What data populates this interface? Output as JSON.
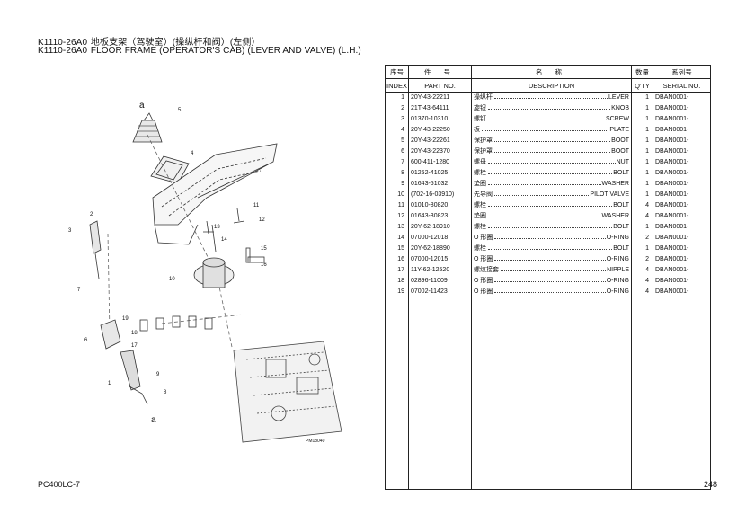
{
  "header": {
    "line1": {
      "code": "K1110-26A0",
      "text": "地板支架（驾驶室）(操纵杆和阀）(左侧）"
    },
    "line2": {
      "code": "K1110-26A0",
      "text": "FLOOR FRAME (OPERATOR'S CAB) (LEVER AND VALVE) (L.H.)"
    }
  },
  "table": {
    "headers_cn": [
      "序号",
      "件 号",
      "名 称",
      "数量",
      "系列号"
    ],
    "headers_en": [
      "INDEX",
      "PART NO.",
      "DESCRIPTION",
      "Q'TY",
      "SERIAL NO."
    ],
    "rows": [
      {
        "index": "1",
        "part_no": "20Y-43-22211",
        "desc_cn": "操纵杆",
        "desc_en": "LEVER",
        "qty": "1",
        "serial": "DBAN0001-"
      },
      {
        "index": "2",
        "part_no": "21T-43-64111",
        "desc_cn": "旋钮",
        "desc_en": "KNOB",
        "qty": "1",
        "serial": "DBAN0001-"
      },
      {
        "index": "3",
        "part_no": "01370-10310",
        "desc_cn": "螺钉",
        "desc_en": "SCREW",
        "qty": "1",
        "serial": "DBAN0001-"
      },
      {
        "index": "4",
        "part_no": "20Y-43-22250",
        "desc_cn": "板",
        "desc_en": "PLATE",
        "qty": "1",
        "serial": "DBAN0001-"
      },
      {
        "index": "5",
        "part_no": "20Y-43-22261",
        "desc_cn": "保护罩",
        "desc_en": "BOOT",
        "qty": "1",
        "serial": "DBAN0001-"
      },
      {
        "index": "6",
        "part_no": "20Y-43-22370",
        "desc_cn": "保护罩",
        "desc_en": "BOOT",
        "qty": "1",
        "serial": "DBAN0001-"
      },
      {
        "index": "7",
        "part_no": "600-411-1280",
        "desc_cn": "螺母",
        "desc_en": "NUT",
        "qty": "1",
        "serial": "DBAN0001-"
      },
      {
        "index": "8",
        "part_no": "01252-41025",
        "desc_cn": "螺栓",
        "desc_en": "BOLT",
        "qty": "1",
        "serial": "DBAN0001-"
      },
      {
        "index": "9",
        "part_no": "01643-51032",
        "desc_cn": "垫圈",
        "desc_en": "WASHER",
        "qty": "1",
        "serial": "DBAN0001-"
      },
      {
        "index": "10",
        "part_no": "(702-16-03910)",
        "desc_cn": "先导阀",
        "desc_en": "PILOT VALVE",
        "qty": "1",
        "serial": "DBAN0001-"
      },
      {
        "index": "11",
        "part_no": "01010-80820",
        "desc_cn": "螺栓",
        "desc_en": "BOLT",
        "qty": "4",
        "serial": "DBAN0001-"
      },
      {
        "index": "12",
        "part_no": "01643-30823",
        "desc_cn": "垫圈",
        "desc_en": "WASHER",
        "qty": "4",
        "serial": "DBAN0001-"
      },
      {
        "index": "13",
        "part_no": "20Y-62-18910",
        "desc_cn": "螺栓",
        "desc_en": "BOLT",
        "qty": "1",
        "serial": "DBAN0001-"
      },
      {
        "index": "14",
        "part_no": "07000-12018",
        "desc_cn": "O 形圈",
        "desc_en": "O-RING",
        "qty": "2",
        "serial": "DBAN0001-"
      },
      {
        "index": "15",
        "part_no": "20Y-62-18890",
        "desc_cn": "螺栓",
        "desc_en": "BOLT",
        "qty": "1",
        "serial": "DBAN0001-"
      },
      {
        "index": "16",
        "part_no": "07000-12015",
        "desc_cn": "O 形圈",
        "desc_en": "O-RING",
        "qty": "2",
        "serial": "DBAN0001-"
      },
      {
        "index": "17",
        "part_no": "11Y-62-12520",
        "desc_cn": "螺纹接套",
        "desc_en": "NIPPLE",
        "qty": "4",
        "serial": "DBAN0001-"
      },
      {
        "index": "18",
        "part_no": "02896-11009",
        "desc_cn": "O 形圈",
        "desc_en": "O-RING",
        "qty": "4",
        "serial": "DBAN0001-"
      },
      {
        "index": "19",
        "part_no": "07002-11423",
        "desc_cn": "O 形圈",
        "desc_en": "O-RING",
        "qty": "4",
        "serial": "DBAN0001-"
      }
    ]
  },
  "diagram": {
    "callouts": [
      "a",
      "a",
      "1",
      "2",
      "3",
      "4",
      "5",
      "6",
      "7",
      "8",
      "9",
      "10",
      "11",
      "12",
      "13",
      "14",
      "15",
      "16",
      "17",
      "18",
      "19"
    ],
    "figure_code": "PM18040"
  },
  "footer": {
    "model": "PC400LC-7",
    "page": "248"
  }
}
